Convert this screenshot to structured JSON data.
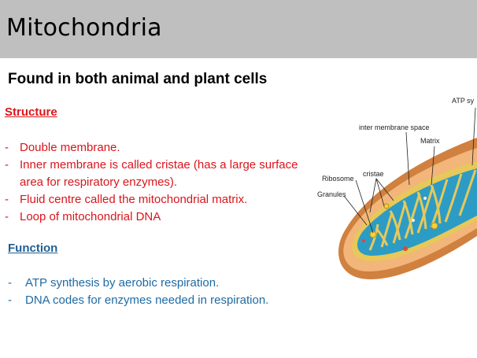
{
  "header": {
    "title": "Mitochondria"
  },
  "subtitle": "Found in both animal and plant cells",
  "structure": {
    "heading": "Structure",
    "items": [
      "Double membrane.",
      "Inner membrane is called cristae (has a large surface area for respiratory enzymes).",
      "Fluid centre called the mitochondrial matrix.",
      "Loop of mitochondrial DNA"
    ]
  },
  "function": {
    "heading": "Function",
    "items": [
      "ATP synthesis by aerobic respiration.",
      "DNA  codes for enzymes needed in respiration."
    ]
  },
  "diagram": {
    "labels": {
      "atp": "ATP sy",
      "inter_membrane_space": "inter membrane space",
      "matrix": "Matrix",
      "cristae": "cristae",
      "ribosome": "Ribosome",
      "granules": "Granules"
    }
  },
  "colors": {
    "header_bg": "#bfbfbf",
    "structure_red": "#d9151c",
    "function_blue": "#1e6aa3",
    "outer_membrane": "#e59a52",
    "matrix_teal": "#2d9cc4"
  }
}
